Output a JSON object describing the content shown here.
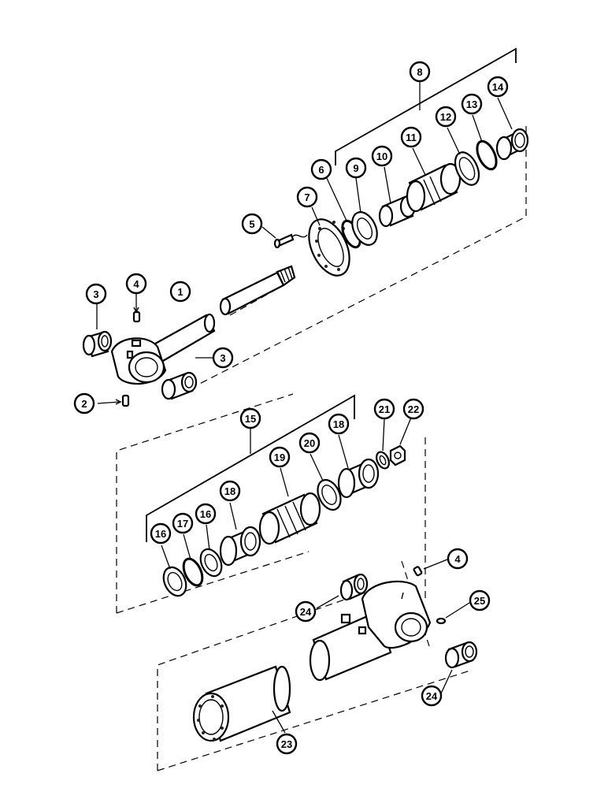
{
  "callouts": [
    {
      "id": "c1",
      "label": "1"
    },
    {
      "id": "c2",
      "label": "2"
    },
    {
      "id": "c3a",
      "label": "3"
    },
    {
      "id": "c3b",
      "label": "3"
    },
    {
      "id": "c4a",
      "label": "4"
    },
    {
      "id": "c4b",
      "label": "4"
    },
    {
      "id": "c5",
      "label": "5"
    },
    {
      "id": "c6",
      "label": "6"
    },
    {
      "id": "c7",
      "label": "7"
    },
    {
      "id": "c8",
      "label": "8"
    },
    {
      "id": "c9",
      "label": "9"
    },
    {
      "id": "c10",
      "label": "10"
    },
    {
      "id": "c11",
      "label": "11"
    },
    {
      "id": "c12",
      "label": "12"
    },
    {
      "id": "c13",
      "label": "13"
    },
    {
      "id": "c14",
      "label": "14"
    },
    {
      "id": "c15",
      "label": "15"
    },
    {
      "id": "c16a",
      "label": "16"
    },
    {
      "id": "c16b",
      "label": "16"
    },
    {
      "id": "c17",
      "label": "17"
    },
    {
      "id": "c18a",
      "label": "18"
    },
    {
      "id": "c18b",
      "label": "18"
    },
    {
      "id": "c19",
      "label": "19"
    },
    {
      "id": "c20",
      "label": "20"
    },
    {
      "id": "c21",
      "label": "21"
    },
    {
      "id": "c22",
      "label": "22"
    },
    {
      "id": "c23",
      "label": "23"
    },
    {
      "id": "c24a",
      "label": "24"
    },
    {
      "id": "c24b",
      "label": "24"
    },
    {
      "id": "c25",
      "label": "25"
    }
  ]
}
